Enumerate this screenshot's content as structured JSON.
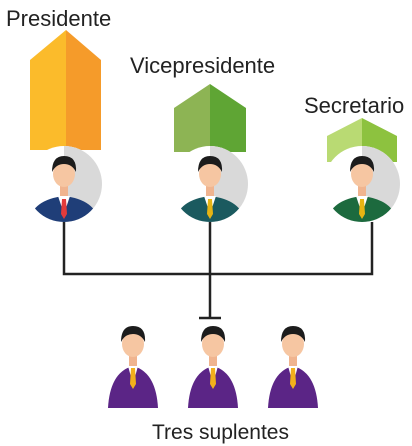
{
  "diagram": {
    "roles": [
      {
        "label": "Presidente",
        "arrow_color": "#f7a61c",
        "suit_color": "#1f3e78",
        "tie_color": "#e23b3b"
      },
      {
        "label": "Vicepresidente",
        "arrow_color": "#6fae3a",
        "suit_color": "#1b5a5f",
        "tie_color": "#e7b413"
      },
      {
        "label": "Secretario",
        "arrow_color": "#a5cf4d",
        "suit_color": "#1c6a3e",
        "tie_color": "#e7b413"
      }
    ],
    "substitutes_label": "Tres suplentes",
    "substitute_suit_color": "#5b2586",
    "substitute_tie_color": "#f2b01c",
    "connector_color": "#222222"
  }
}
